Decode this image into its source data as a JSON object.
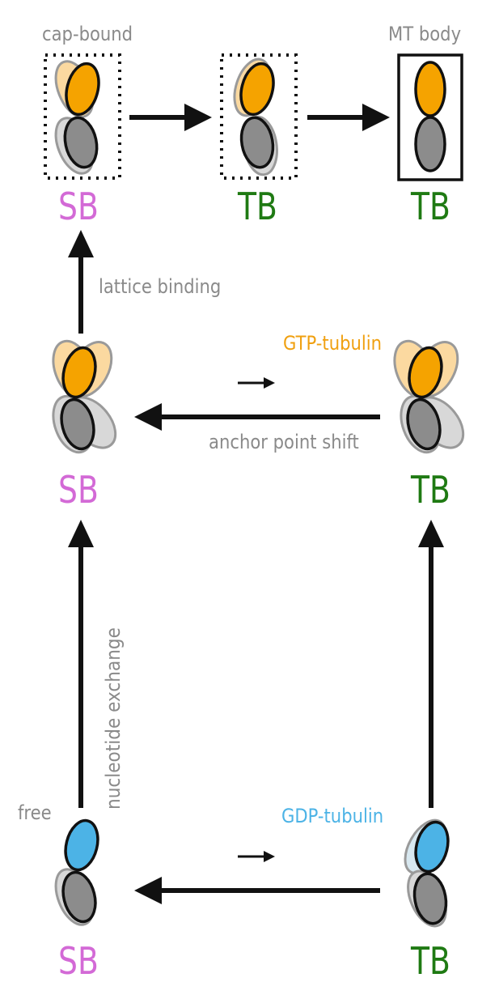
{
  "labels": {
    "cap_bound": "cap-bound",
    "mt_body": "MT body",
    "lattice_binding": "lattice binding",
    "gtp_tubulin": "GTP-tubulin",
    "anchor_point_shift": "anchor point shift",
    "nucleotide_exchange": "nucleotide exchange",
    "free": "free",
    "gdp_tubulin": "GDP-tubulin"
  },
  "states": {
    "top_left": "SB",
    "top_middle": "TB",
    "top_right": "TB",
    "middle_left": "SB",
    "middle_right": "TB",
    "bottom_left": "SB",
    "bottom_right": "TB"
  },
  "colors": {
    "gtp_monomer": "#f5a300",
    "gdp_monomer": "#4cb3e6",
    "body_monomer": "#8c8c8c",
    "sb_text": "#d36ad6",
    "tb_text": "#1f7a13",
    "arrow": "#111111"
  }
}
